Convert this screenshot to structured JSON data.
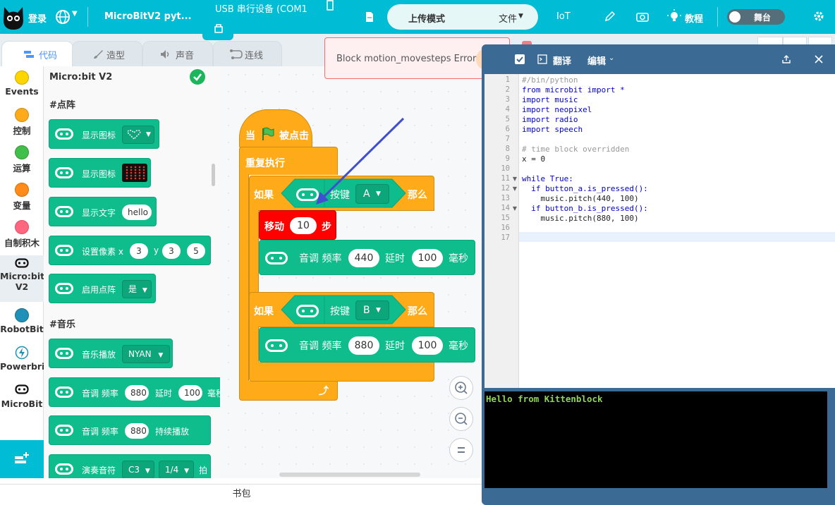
{
  "topbar": {
    "login": "登录",
    "project_name": "MicroBitV2 pyt...",
    "device": "USB 串行设备 (COM1",
    "mode": "上传模式",
    "file_menu": "文件",
    "iot": "IoT",
    "tutorial": "教程",
    "stage": "舞台"
  },
  "tabs": [
    {
      "label": "代码",
      "active": true
    },
    {
      "label": "造型"
    },
    {
      "label": "声音"
    },
    {
      "label": "连线"
    }
  ],
  "categories": [
    {
      "label": "Events",
      "color": "#ffd500"
    },
    {
      "label": "控制",
      "color": "#ffab19"
    },
    {
      "label": "运算",
      "color": "#40bf4a"
    },
    {
      "label": "变量",
      "color": "#ff8c1a"
    },
    {
      "label": "自制积木",
      "color": "#ff6680"
    },
    {
      "label": "Micro:bit",
      "label2": "V2",
      "icon": "microbit-icon"
    },
    {
      "label": "RobotBit",
      "color": "#1f91b8"
    },
    {
      "label": "Powerbri",
      "icon": "lightning-icon"
    },
    {
      "label": "MicroBit",
      "icon": "microbit-icon"
    }
  ],
  "palette": {
    "title": "Micro:bit V2",
    "section_matrix": "#点阵",
    "section_music": "#音乐",
    "blocks": {
      "show_icon": "显示图标",
      "show_icon2": "显示图标",
      "show_text": "显示文字",
      "show_text_value": "hello",
      "set_pixel": "设置像素 x",
      "set_pixel_x": "3",
      "set_pixel_y_label": "y",
      "set_pixel_y": "3",
      "set_pixel_b": "5",
      "enable_matrix": "启用点阵",
      "enable_matrix_value": "是",
      "play_music": "音乐播放",
      "play_music_value": "NYAN",
      "tone": "音调 频率",
      "tone_freq": "880",
      "tone_delay_label": "延时",
      "tone_delay": "100",
      "tone_ms": "毫秒",
      "tone_cont": "音调 频率",
      "tone_cont_freq": "880",
      "tone_cont_label": "持续播放",
      "note": "演奏音符",
      "note_value": "C3",
      "note_beat": "1/4",
      "note_beat_label": "拍"
    }
  },
  "script": {
    "hat_when": "当",
    "hat_clicked": "被点击",
    "forever": "重复执行",
    "if1": "如果",
    "button1_label": "按键",
    "button1_value": "A",
    "then1": "那么",
    "move_label": "移动",
    "move_value": "10",
    "move_unit": "步",
    "tone1": "音调 频率",
    "tone1_freq": "440",
    "tone1_delay_label": "延时",
    "tone1_delay": "100",
    "tone1_ms": "毫秒",
    "if2": "如果",
    "button2_label": "按键",
    "button2_value": "B",
    "then2": "那么",
    "tone2": "音调 频率",
    "tone2_freq": "880",
    "tone2_delay_label": "延时",
    "tone2_delay": "100",
    "tone2_ms": "毫秒"
  },
  "toast": {
    "message": "Block motion_movesteps Error",
    "close": "✕"
  },
  "code_panel": {
    "translate": "翻译",
    "edit": "编辑",
    "lines": [
      "#/bin/python",
      "from microbit import *",
      "import music",
      "import neopixel",
      "import radio",
      "import speech",
      "",
      "# time block overridden",
      "x = 0",
      "",
      "while True:",
      "  if button_a.is_pressed():",
      "    music.pitch(440, 100)",
      "  if button_b.is_pressed():",
      "    music.pitch(880, 100)",
      "",
      ""
    ],
    "console_output": "Hello from Kittenblock"
  },
  "bottom": {
    "backpack": "书包"
  }
}
